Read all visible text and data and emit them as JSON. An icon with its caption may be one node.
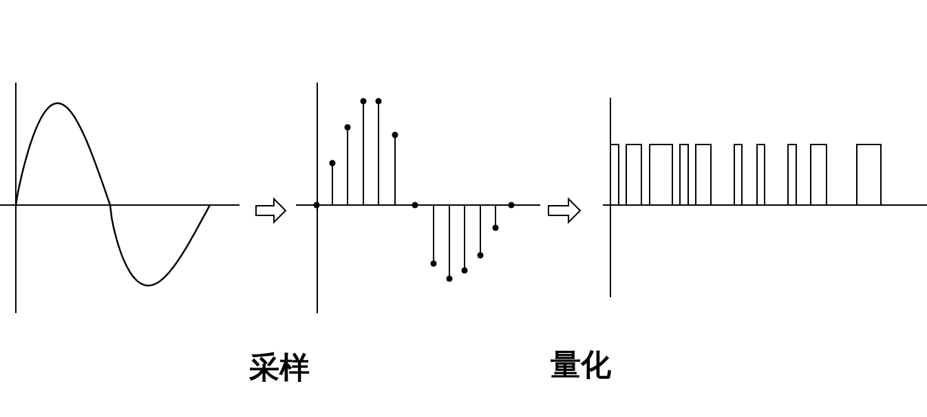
{
  "diagram": {
    "nodes": [
      {
        "text": [],
        "shape": "picture"
      },
      {
        "text": [],
        "shape": "picture"
      },
      {
        "text": [],
        "shape": "picture"
      }
    ],
    "edges": [
      {
        "from": 0,
        "to": 1,
        "arrow": "to"
      },
      {
        "from": 1,
        "to": 2,
        "arrow": "to"
      }
    ],
    "labels": [
      "采样",
      "量化"
    ]
  }
}
